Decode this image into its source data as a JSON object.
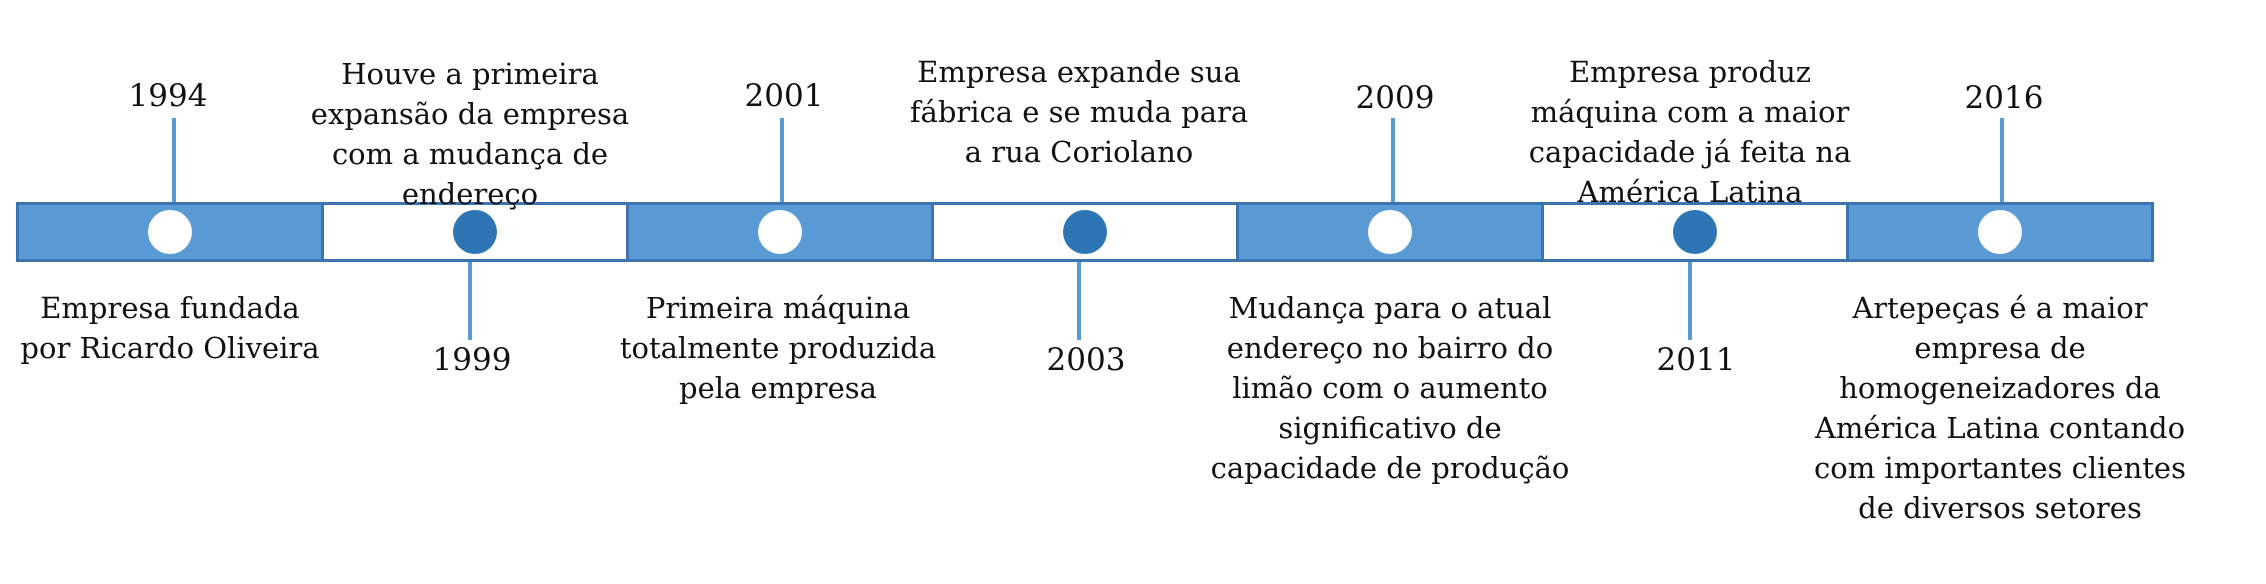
{
  "colors": {
    "fill": "#5b9bd5",
    "border": "#3b74b0",
    "dot_blue": "#2e75b6",
    "stem": "#5b9bd5"
  },
  "events": [
    {
      "year": "1994",
      "text": "Empresa fundada por Ricardo Oliveira",
      "label_position": "above",
      "text_position": "below"
    },
    {
      "year": "1999",
      "text": "Houve a primeira expansão da empresa com a mudança de endereço",
      "label_position": "below",
      "text_position": "above"
    },
    {
      "year": "2001",
      "text": "Primeira máquina totalmente produzida pela empresa",
      "label_position": "above",
      "text_position": "below"
    },
    {
      "year": "2003",
      "text": "Empresa expande sua fábrica e se muda para a rua Coriolano",
      "label_position": "below",
      "text_position": "above"
    },
    {
      "year": "2009",
      "text": "Mudança para o atual endereço no bairro do limão com o aumento significativo de capacidade de produção",
      "label_position": "above",
      "text_position": "below"
    },
    {
      "year": "2011",
      "text": "Empresa produz máquina com a maior capacidade já feita na América Latina",
      "label_position": "below",
      "text_position": "above"
    },
    {
      "year": "2016",
      "text": "Artepeças é a maior empresa de homogeneizadores da América Latina contando com importantes clientes de diversos setores",
      "label_position": "above",
      "text_position": "below"
    }
  ]
}
